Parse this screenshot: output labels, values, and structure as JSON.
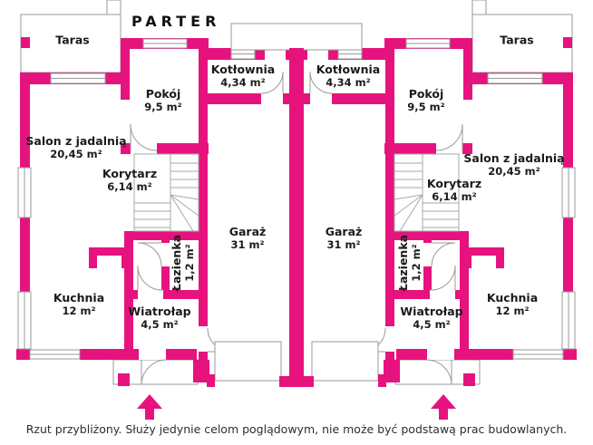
{
  "title": "PARTER",
  "disclaimer": "Rzut przybliżony. Służy jedynie celom poglądowym, nie może być podstawą prac budowlanych.",
  "colors": {
    "wall": "#e6137e",
    "line": "#9a9a9a",
    "text": "#1b1b1b"
  },
  "icons": {
    "entrance_arrow_left": "up-arrow",
    "entrance_arrow_right": "up-arrow"
  },
  "units": {
    "left": {
      "taras": {
        "name": "Taras"
      },
      "pokoj": {
        "name": "Pokój",
        "area": "9,5 m²"
      },
      "kotlownia": {
        "name": "Kotłownia",
        "area": "4,34 m²"
      },
      "salon": {
        "name": "Salon z jadalnią",
        "area": "20,45 m²"
      },
      "korytarz": {
        "name": "Korytarz",
        "area": "6,14 m²"
      },
      "garaz": {
        "name": "Garaż",
        "area": "31 m²"
      },
      "lazienka": {
        "name": "Łazienka",
        "area": "1,2 m²"
      },
      "kuchnia": {
        "name": "Kuchnia",
        "area": "12 m²"
      },
      "wiatrolap": {
        "name": "Wiatrołap",
        "area": "4,5 m²"
      }
    },
    "right": {
      "taras": {
        "name": "Taras"
      },
      "pokoj": {
        "name": "Pokój",
        "area": "9,5 m²"
      },
      "kotlownia": {
        "name": "Kotłownia",
        "area": "4,34 m²"
      },
      "salon": {
        "name": "Salon z jadalnią",
        "area": "20,45 m²"
      },
      "korytarz": {
        "name": "Korytarz",
        "area": "6,14 m²"
      },
      "garaz": {
        "name": "Garaż",
        "area": "31 m²"
      },
      "lazienka": {
        "name": "Łazienka",
        "area": "1,2 m²"
      },
      "kuchnia": {
        "name": "Kuchnia",
        "area": "12 m²"
      },
      "wiatrolap": {
        "name": "Wiatrołap",
        "area": "4,5 m²"
      }
    }
  }
}
